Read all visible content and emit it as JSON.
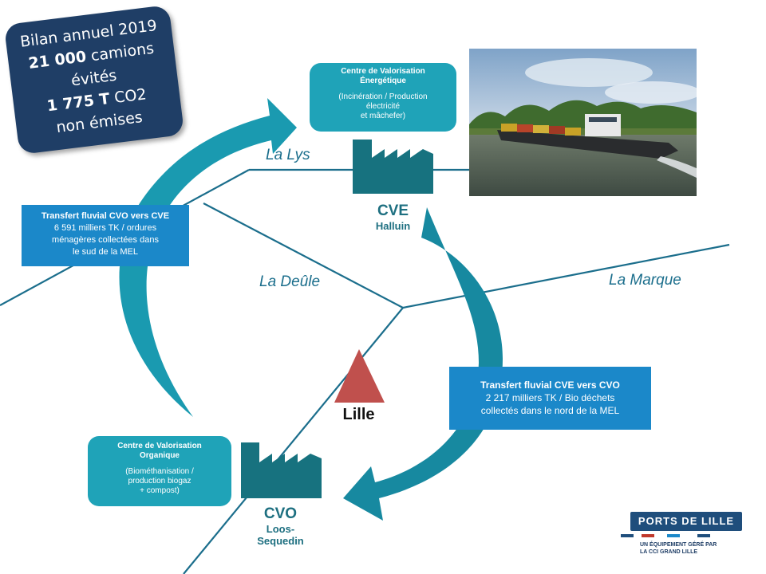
{
  "bilan": {
    "line1": "Bilan annuel 2019",
    "line2_value": "21 000",
    "line2_rest": " camions",
    "line3": "évités",
    "line4_value": "1 775 T",
    "line4_rest": " CO2",
    "line5": "non émises"
  },
  "rivers": {
    "lys": "La Lys",
    "deule": "La Deûle",
    "marque": "La Marque"
  },
  "cve_box": {
    "title": "Centre de Valorisation Énergétique",
    "desc1": "(Incinération / Production",
    "desc2": "électricité",
    "desc3": "et mâchefer)"
  },
  "cvo_box": {
    "title": "Centre de Valorisation Organique",
    "desc1": "(Biométhanisation /",
    "desc2": "production biogaz",
    "desc3": "+ compost)"
  },
  "transfer_cvo_cve": {
    "title": "Transfert fluvial CVO vers CVE",
    "line1": "6 591  milliers TK / ordures",
    "line2": "ménagères collectées dans",
    "line3": "le sud de la MEL"
  },
  "transfer_cve_cvo": {
    "title": "Transfert fluvial CVE vers CVO",
    "line1": "2 217 milliers TK / Bio déchets",
    "line2": "collectés dans le nord de la MEL"
  },
  "places": {
    "cve": "CVE",
    "cve_city": "Halluin",
    "cvo": "CVO",
    "cvo_city1": "Loos-",
    "cvo_city2": "Sequedin",
    "lille": "Lille"
  },
  "logo": {
    "name": "PORTS DE LILLE",
    "tag1": "UN ÉQUIPEMENT GÉRÉ PAR",
    "tag2": "LA CCI GRAND LILLE"
  },
  "colors": {
    "arrow": "#1A8EA2",
    "river": "#1B6E8C",
    "factory": "#17727F",
    "round_box": "#1FA3B8",
    "square_box": "#1B88C9",
    "lille_marker": "#C0504D",
    "bilan_bg": "#1F3E66"
  }
}
